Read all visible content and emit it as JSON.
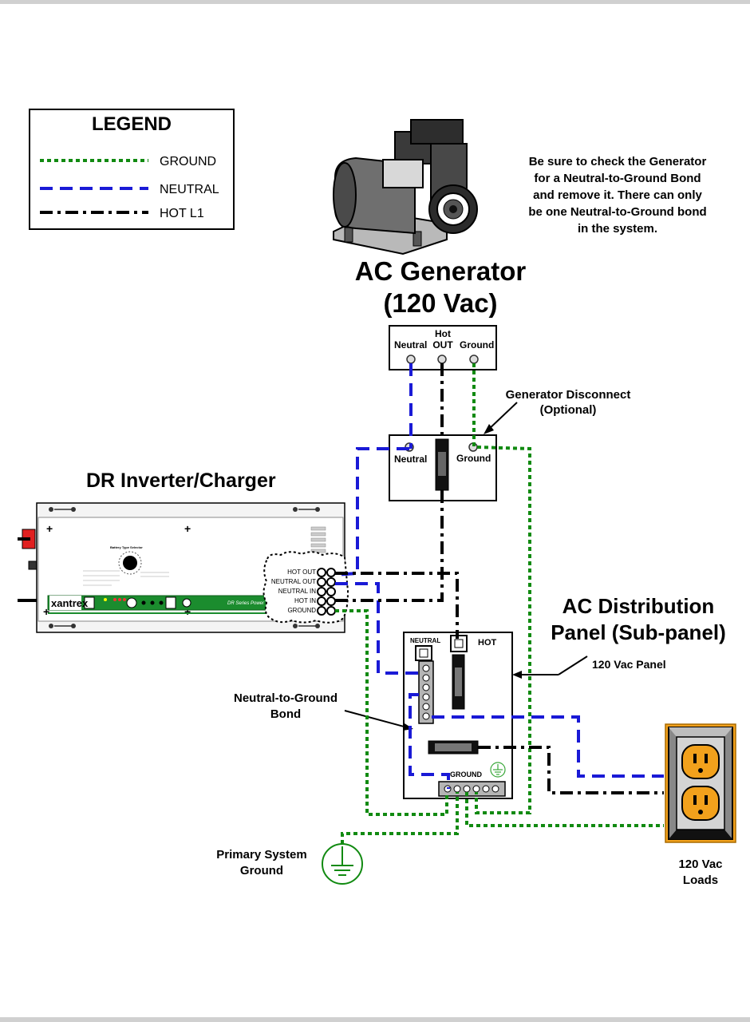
{
  "legend": {
    "title": "LEGEND",
    "items": [
      {
        "label": "GROUND",
        "color": "#118a11",
        "style": "dotted"
      },
      {
        "label": "NEUTRAL",
        "color": "#1a1ad6",
        "style": "dashed"
      },
      {
        "label": "HOT L1",
        "color": "#000000",
        "style": "dash-dot"
      }
    ]
  },
  "note": {
    "lines": [
      "Be sure to check the Generator",
      "for a Neutral-to-Ground Bond",
      "and remove it.  There can only",
      "be one Neutral-to-Ground bond",
      "in the system."
    ]
  },
  "generator": {
    "title_line1": "AC Generator",
    "title_line2": "(120 Vac)",
    "terminals": {
      "neutral": "Neutral",
      "hot_line1": "Hot",
      "hot_line2": "OUT",
      "ground": "Ground"
    }
  },
  "disconnect": {
    "label_line1": "Generator Disconnect",
    "label_line2": "(Optional)",
    "neutral": "Neutral",
    "ground": "Ground"
  },
  "inverter": {
    "title": "DR Inverter/Charger",
    "brand": "xantrex",
    "model_text": "DR Series Power",
    "selector_label": "Battery Type Selector",
    "terminals": [
      "HOT OUT",
      "NEUTRAL OUT",
      "NEUTRAL IN",
      "HOT IN",
      "GROUND"
    ]
  },
  "panel": {
    "title_line1": "AC Distribution",
    "title_line2": "Panel (Sub-panel)",
    "sub_label": "120 Vac Panel",
    "neutral": "NEUTRAL",
    "hot": "HOT",
    "ground": "GROUND"
  },
  "bond": {
    "line1": "Neutral-to-Ground",
    "line2": "Bond"
  },
  "primary_ground": {
    "line1": "Primary System",
    "line2": "Ground"
  },
  "loads": {
    "line1": "120 Vac",
    "line2": "Loads",
    "outlet_color": "#f2a11c"
  }
}
